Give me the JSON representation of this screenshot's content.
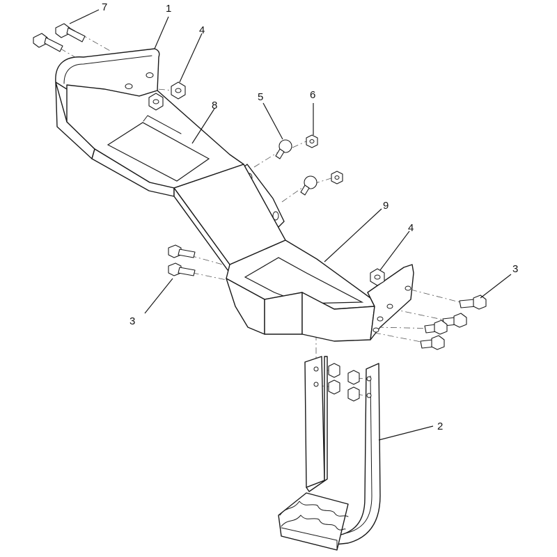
{
  "callouts": {
    "c1": "1",
    "c2": "2",
    "c3a": "3",
    "c3b": "3",
    "c4a": "4",
    "c4b": "4",
    "c5": "5",
    "c6": "6",
    "c7": "7",
    "c8": "8",
    "c9": "9"
  }
}
